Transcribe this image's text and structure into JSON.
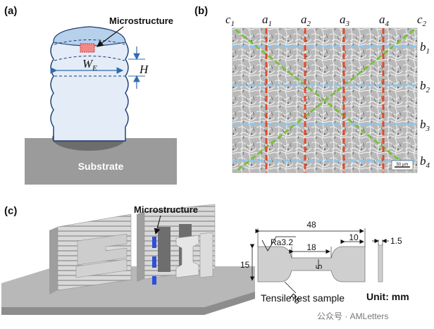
{
  "panel_a": {
    "label": "(a)",
    "microstructure": "Microstructure",
    "width_symbol": "W",
    "width_sub": "E",
    "height_symbol": "H",
    "substrate": "Substrate"
  },
  "panel_b": {
    "label": "(b)",
    "col_labels": [
      {
        "main": "c",
        "sub": "1"
      },
      {
        "main": "a",
        "sub": "1"
      },
      {
        "main": "a",
        "sub": "2"
      },
      {
        "main": "a",
        "sub": "3"
      },
      {
        "main": "a",
        "sub": "4"
      },
      {
        "main": "c",
        "sub": "2"
      }
    ],
    "row_labels": [
      {
        "main": "b",
        "sub": "1"
      },
      {
        "main": "b",
        "sub": "2"
      },
      {
        "main": "b",
        "sub": "3"
      },
      {
        "main": "b",
        "sub": "4"
      }
    ],
    "scale_bar": "50 μm",
    "colors": {
      "vertical_lines": "#e04a2a",
      "horizontal_lines": "#8ec5ea",
      "diagonal_lines": "#7cbf3a"
    }
  },
  "panel_c": {
    "label": "(c)",
    "microstructure": "Microstructure",
    "dim_48": "48",
    "dim_10": "10",
    "dim_18": "18",
    "dim_15": "15",
    "dim_5": "5",
    "dim_1_5": "1.5",
    "roughness": "Ra3.2",
    "radius": "R5",
    "caption": "Tensile test sample",
    "unit": "Unit: mm"
  },
  "watermark": "公众号 · AMLetters"
}
